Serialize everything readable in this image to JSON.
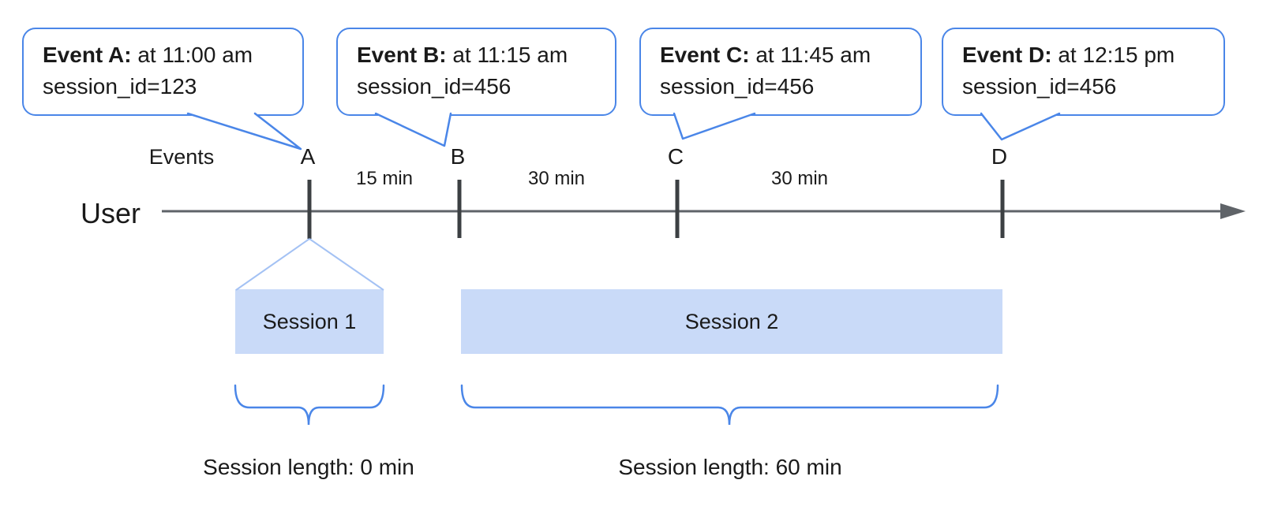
{
  "colors": {
    "accent_blue": "#4a86e8",
    "session_fill": "#c9daf8",
    "funnel_line": "#a4c2f4",
    "timeline_gray": "#5f6368",
    "tick_gray": "#3c4043",
    "text_color": "#1a1a1a"
  },
  "callouts": [
    {
      "title": "Event A:",
      "time": "at 11:00 am",
      "session_id": "session_id=123"
    },
    {
      "title": "Event B:",
      "time": "at 11:15 am",
      "session_id": "session_id=456"
    },
    {
      "title": "Event C:",
      "time": "at 11:45 am",
      "session_id": "session_id=456"
    },
    {
      "title": "Event D:",
      "time": "at 12:15 pm",
      "session_id": "session_id=456"
    }
  ],
  "timeline": {
    "axis_label": "Events",
    "user_label": "User",
    "markers": [
      "A",
      "B",
      "C",
      "D"
    ],
    "intervals": [
      "15 min",
      "30 min",
      "30 min"
    ]
  },
  "sessions": [
    {
      "label": "Session 1",
      "length_label": "Session length: 0 min"
    },
    {
      "label": "Session 2",
      "length_label": "Session length: 60 min"
    }
  ]
}
